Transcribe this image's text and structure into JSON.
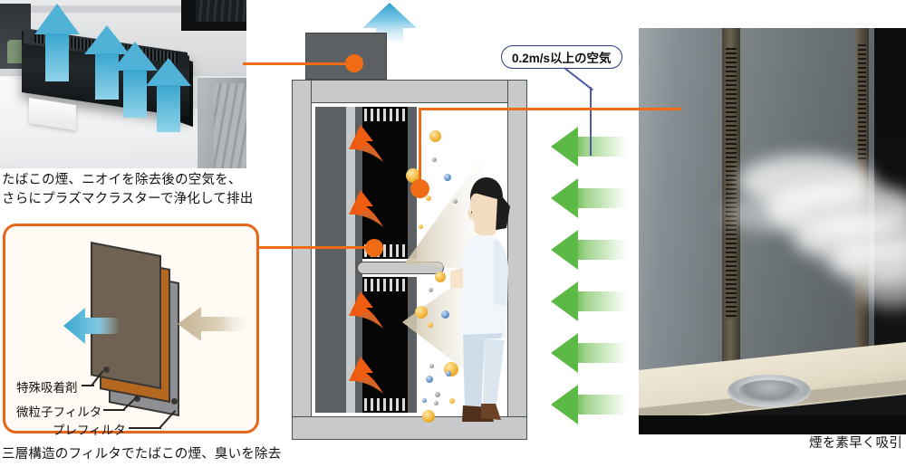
{
  "figure": {
    "title": "smoking-booth-air-purification-diagram",
    "colors": {
      "accent_orange": "#ef6c14",
      "callout_border_navy": "#2b3a86",
      "arrow_green": "#5cb946",
      "arrow_blue": "#3aa6cf",
      "flame_orange": "#ef5c11",
      "filter_box_bg": "#fffaf3"
    }
  },
  "top_photo": {
    "name": "ceiling-unit-photo",
    "caption_line1": "たばこの煙、ニオイを除去後の空気を、",
    "caption_line2": "さらにプラズマクラスターで浄化して排出",
    "arrow_count": 4,
    "arrow_direction": "up",
    "arrow_color": "#3aa6cf"
  },
  "filter_callout": {
    "name": "three-layer-filter-diagram",
    "caption": "三層構造のフィルタでたばこの煙、臭いを除去",
    "layers": [
      {
        "label": "特殊吸着剤",
        "color": "#6f6253"
      },
      {
        "label": "微粒子フィルタ",
        "color": "#b4681f"
      },
      {
        "label": "プレフィルタ",
        "color": "#8e9093"
      }
    ],
    "arrow_out_color": "#3aa6cf",
    "arrow_in_color": "#c9b894"
  },
  "center_diagram": {
    "name": "booth-cross-section",
    "exhaust_arrow": "up",
    "intake_arrow_count": 6,
    "intake_arrow_direction": "left",
    "flame_arrow_count": 4,
    "person": "smoker-figure"
  },
  "callout": {
    "name": "airflow-speed-callout",
    "text": "0.2m/s以上の空気"
  },
  "right_photo": {
    "name": "smoke-suction-photo",
    "caption": "煙を素早く吸引"
  }
}
